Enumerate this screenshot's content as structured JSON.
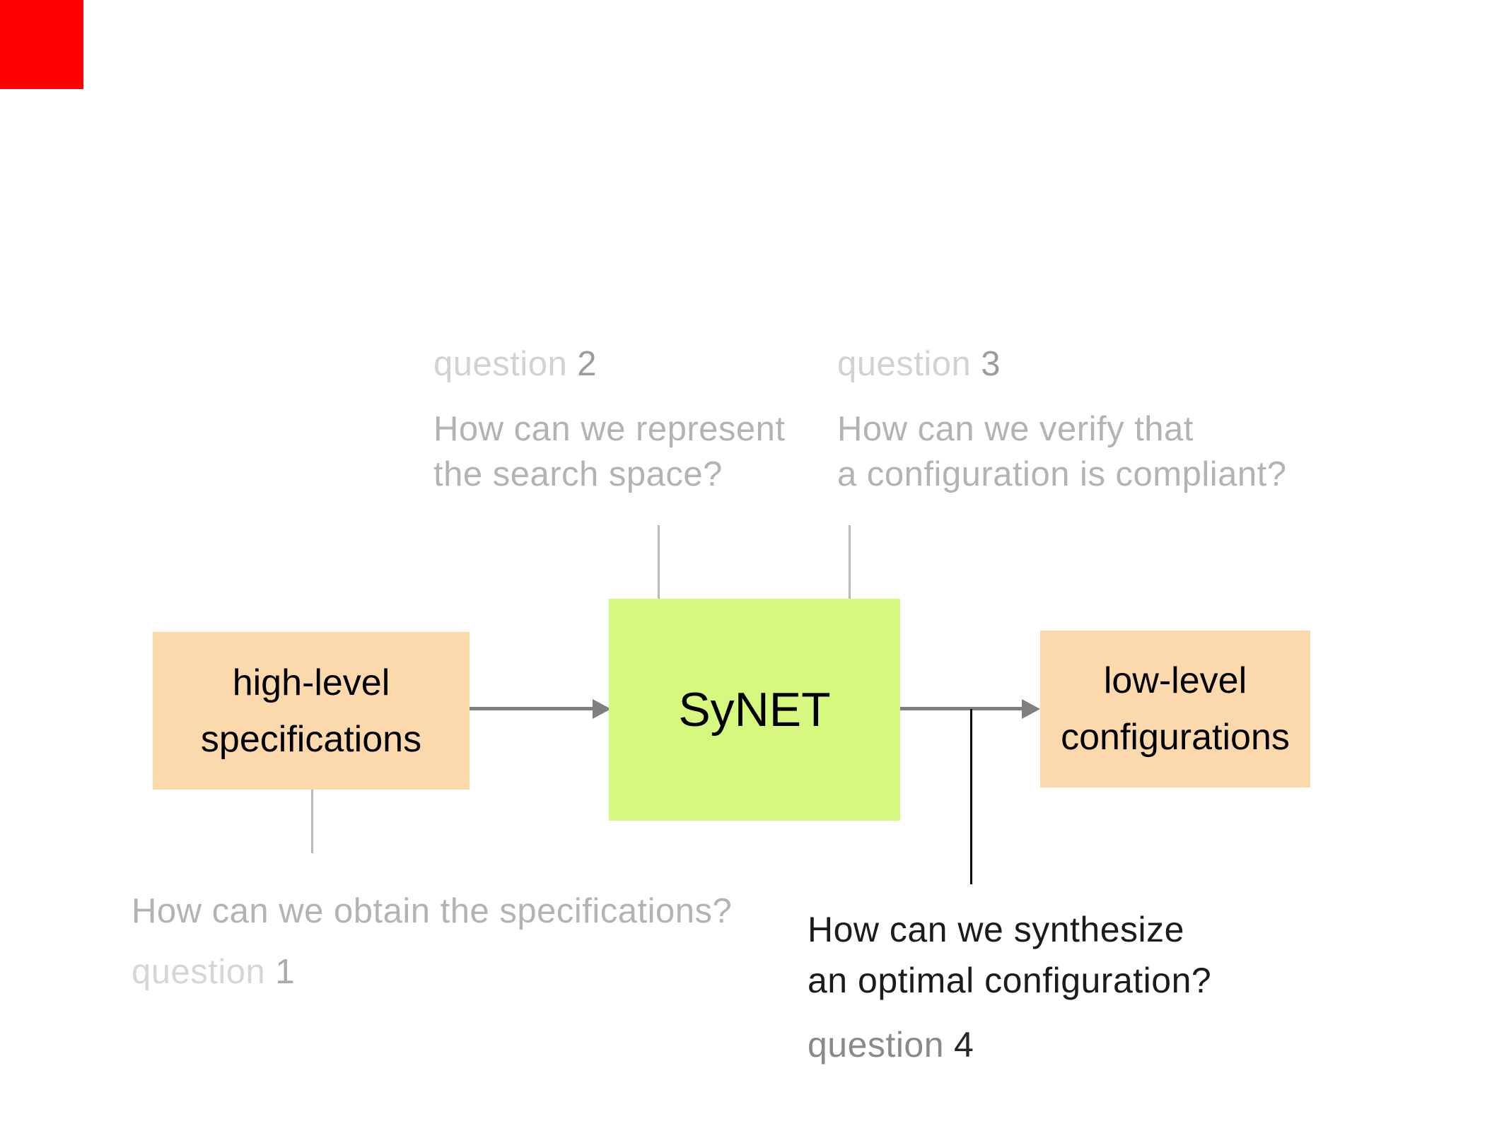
{
  "slide": {
    "marker": {
      "color": "#fe0100"
    },
    "flow": {
      "input_box": {
        "line1": "high-level",
        "line2": "specifications",
        "bg": "#fcd9ad"
      },
      "tool_box": {
        "label": "SyNET",
        "bg": "#d6f87e"
      },
      "output_box": {
        "line1": "low-level",
        "line2": "configurations",
        "bg": "#fcd9ad"
      }
    },
    "questions": {
      "q1": {
        "word": "question",
        "num": "1",
        "line1": "How can we obtain the specifications?"
      },
      "q2": {
        "word": "question",
        "num": "2",
        "line1": "How can we represent",
        "line2": "the search space?"
      },
      "q3": {
        "word": "question",
        "num": "3",
        "line1": "How can we verify that",
        "line2": "a configuration is compliant?"
      },
      "q4": {
        "word": "question",
        "num": "4",
        "line1": "How can we synthesize",
        "line2": "an optimal configuration?"
      }
    },
    "colors": {
      "arrow": "#7f7f7f",
      "connector_light": "#b9b9b9",
      "connector_dark": "#000000",
      "gray_text": "#b3b3b3",
      "label_word_light": "#d2d2d2",
      "label_num_mid": "#9c9c9c",
      "dark_text": "#1b1b1b",
      "q4_label_word": "#8a8a8a"
    }
  }
}
